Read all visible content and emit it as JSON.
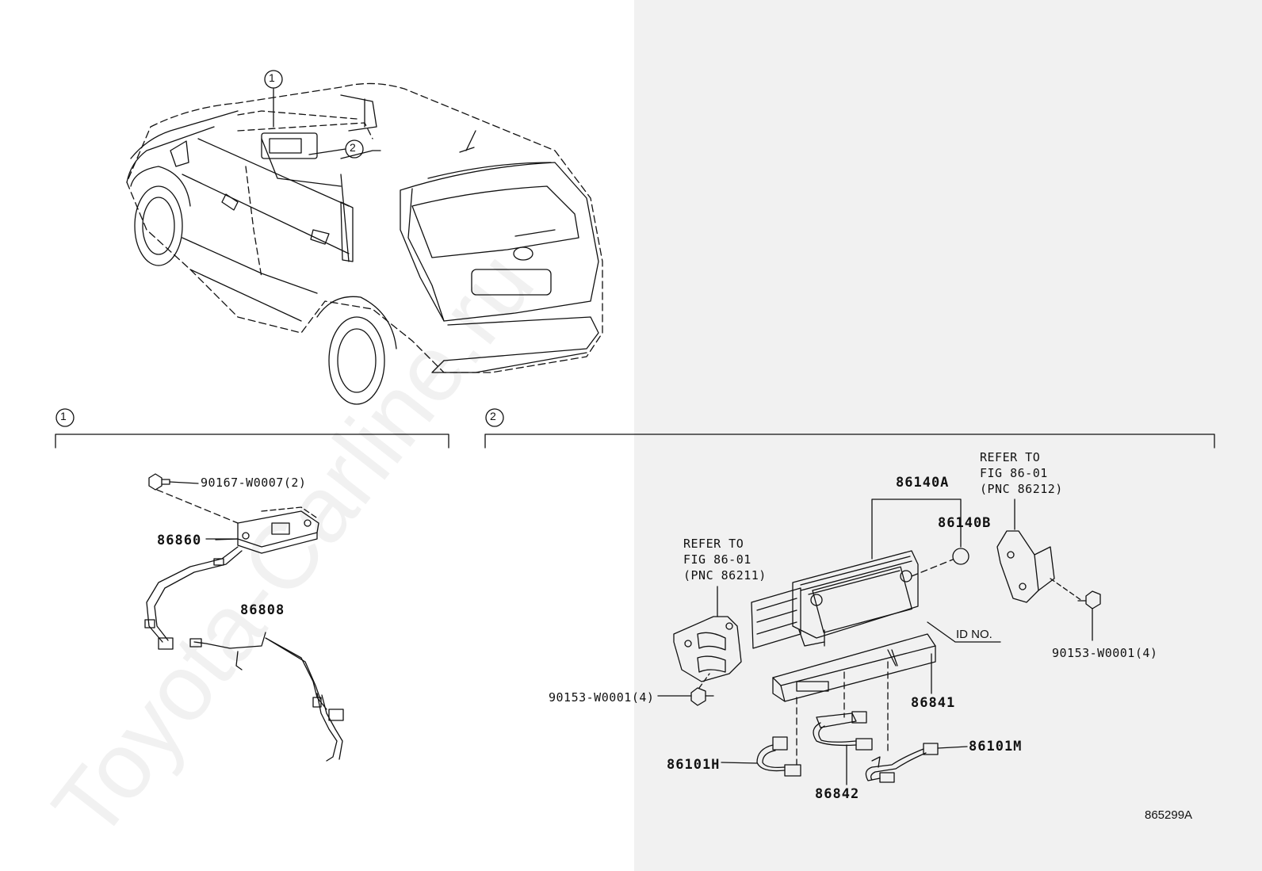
{
  "watermark": "Toyota-Carline.ru",
  "callouts": {
    "one": "1",
    "two": "2"
  },
  "section_one": {
    "parts": {
      "bolt": "90167-W0007(2)",
      "camera": "86860",
      "wire": "86808"
    }
  },
  "section_two": {
    "parts": {
      "receiver": "86140A",
      "cap": "86140B",
      "refer_left": "REFER TO\nFIG 86-01\n(PNC 86211)",
      "refer_right": "REFER TO\nFIG 86-01\n(PNC 86212)",
      "screw_left": "90153-W0001(4)",
      "screw_right": "90153-W0001(4)",
      "id_no": "ID NO.",
      "module": "86841",
      "cord_h": "86101H",
      "cord_m": "86101M",
      "cord_center": "86842"
    }
  },
  "figure_code": "865299A",
  "colors": {
    "panel_gray": "#f1f1f1",
    "ink": "#111111"
  }
}
